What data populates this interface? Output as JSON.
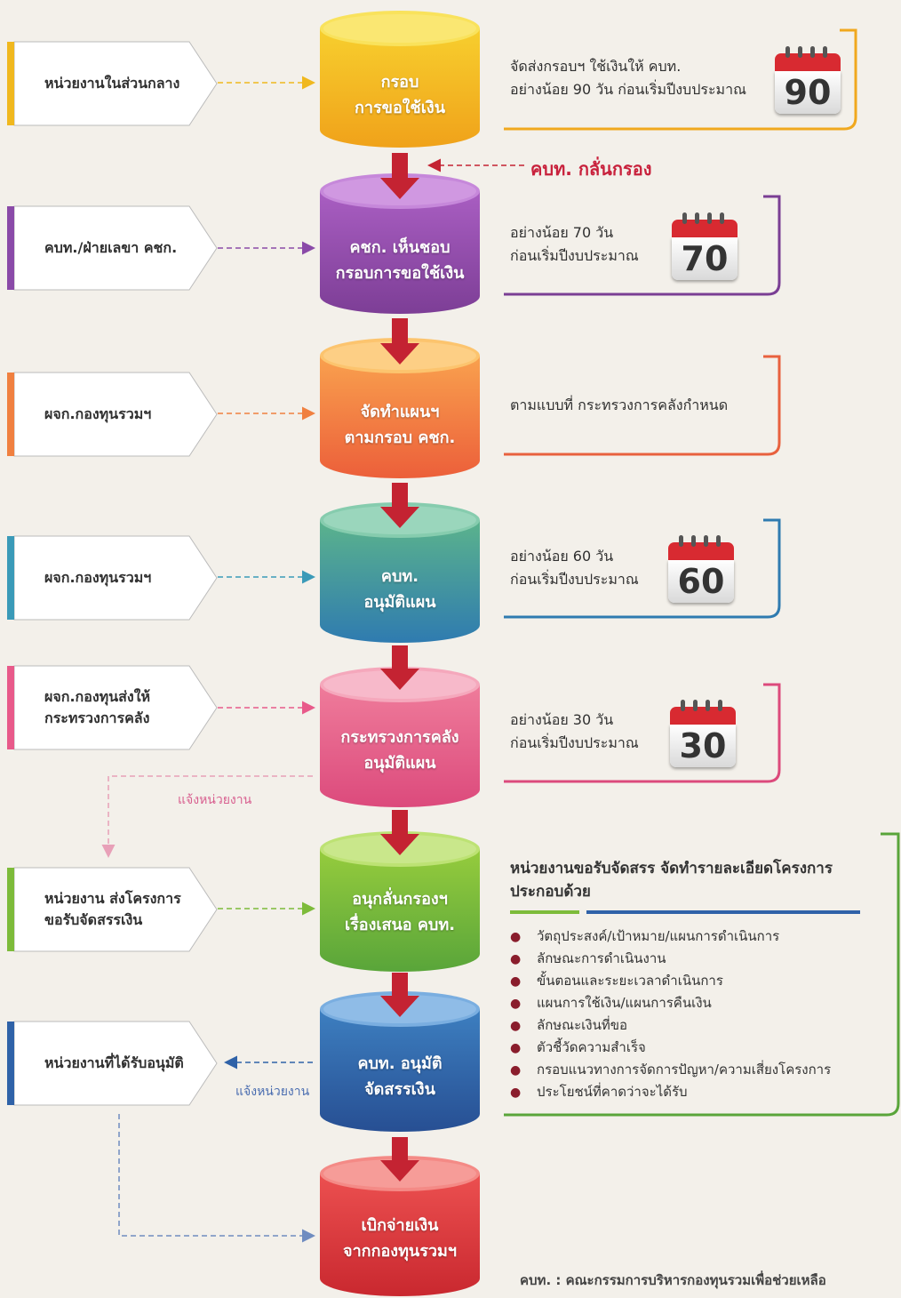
{
  "colors": {
    "gold": "#f0a81e",
    "purple": "#8a4aa8",
    "orange": "#f07040",
    "teal": "#3a8fa8",
    "pink": "#e85a8a",
    "green": "#7dbb3a",
    "blue": "#2f62a8",
    "red": "#d8363a",
    "arrow": "#c42332"
  },
  "left_boxes": [
    {
      "text": "หน่วยงานในส่วนกลาง",
      "color": "#f0b81e"
    },
    {
      "text": "คบท./ฝ่ายเลขา คชก.",
      "color": "#8a4aa8"
    },
    {
      "text": "ผจก.กองทุนรวมฯ",
      "color": "#f08040"
    },
    {
      "text": "ผจก.กองทุนรวมฯ",
      "color": "#3a9ab8"
    },
    {
      "text": "ผจก.กองทุนส่งให้\nกระทรวงการคลัง",
      "color": "#e85a8a"
    },
    {
      "text": "หน่วยงาน ส่งโครงการ\nขอรับจัดสรรเงิน",
      "color": "#7dbb3a"
    },
    {
      "text": "หน่วยงานที่ได้รับอนุมัติ",
      "color": "#2f62a8"
    }
  ],
  "cylinders": [
    {
      "text": "กรอบ\nการขอใช้เงิน"
    },
    {
      "text": "คชก. เห็นชอบ\nกรอบการขอใช้เงิน"
    },
    {
      "text": "จัดทำแผนฯ\nตามกรอบ คชก."
    },
    {
      "text": "คบท.\nอนุมัติแผน"
    },
    {
      "text": "กระทรวงการคลัง\nอนุมัติแผน"
    },
    {
      "text": "อนุกลั่นกรองฯ\nเรื่องเสนอ คบท."
    },
    {
      "text": "คบท. อนุมัติ\nจัดสรรเงิน"
    },
    {
      "text": "เบิกจ่ายเงิน\nจากกองทุนรวมฯ"
    }
  ],
  "right_notes": [
    {
      "text": "จัดส่งกรอบฯ ใช้เงินให้ คบท.\nอย่างน้อย 90 วัน ก่อนเริ่มปีงบประมาณ",
      "days": "90"
    },
    {
      "text": "อย่างน้อย 70 วัน\nก่อนเริ่มปีงบประมาณ",
      "days": "70"
    },
    {
      "text": "ตามแบบที่ กระทรวงการคลังกำหนด",
      "days": ""
    },
    {
      "text": "อย่างน้อย 60 วัน\nก่อนเริ่มปีงบประมาณ",
      "days": "60"
    },
    {
      "text": "อย่างน้อย 30 วัน\nก่อนเริ่มปีงบประมาณ",
      "days": "30"
    }
  ],
  "screening_note": "คบท. กลั่นกรอง",
  "notify_unit_1": "แจ้งหน่วยงาน",
  "notify_unit_2": "แจ้งหน่วยงาน",
  "requirements": {
    "title": "หน่วยงานขอรับจัดสรร จัดทำรายละเอียดโครงการ\nประกอบด้วย",
    "items": [
      "วัตถุประสงค์/เป้าหมาย/แผนการดำเนินการ",
      "ลักษณะการดำเนินงาน",
      "ขั้นตอนและระยะเวลาดำเนินการ",
      "แผนการใช้เงิน/แผนการคืนเงิน",
      "ลักษณะเงินที่ขอ",
      "ตัวชี้วัดความสำเร็จ",
      "กรอบแนวทางการจัดการปัญหา/ความเสี่ยงโครงการ",
      "ประโยชน์ที่คาดว่าจะได้รับ"
    ]
  },
  "footnote": "คบท. : คณะกรรมการบริหารกองทุนรวมเพื่อช่วยเหลือ"
}
